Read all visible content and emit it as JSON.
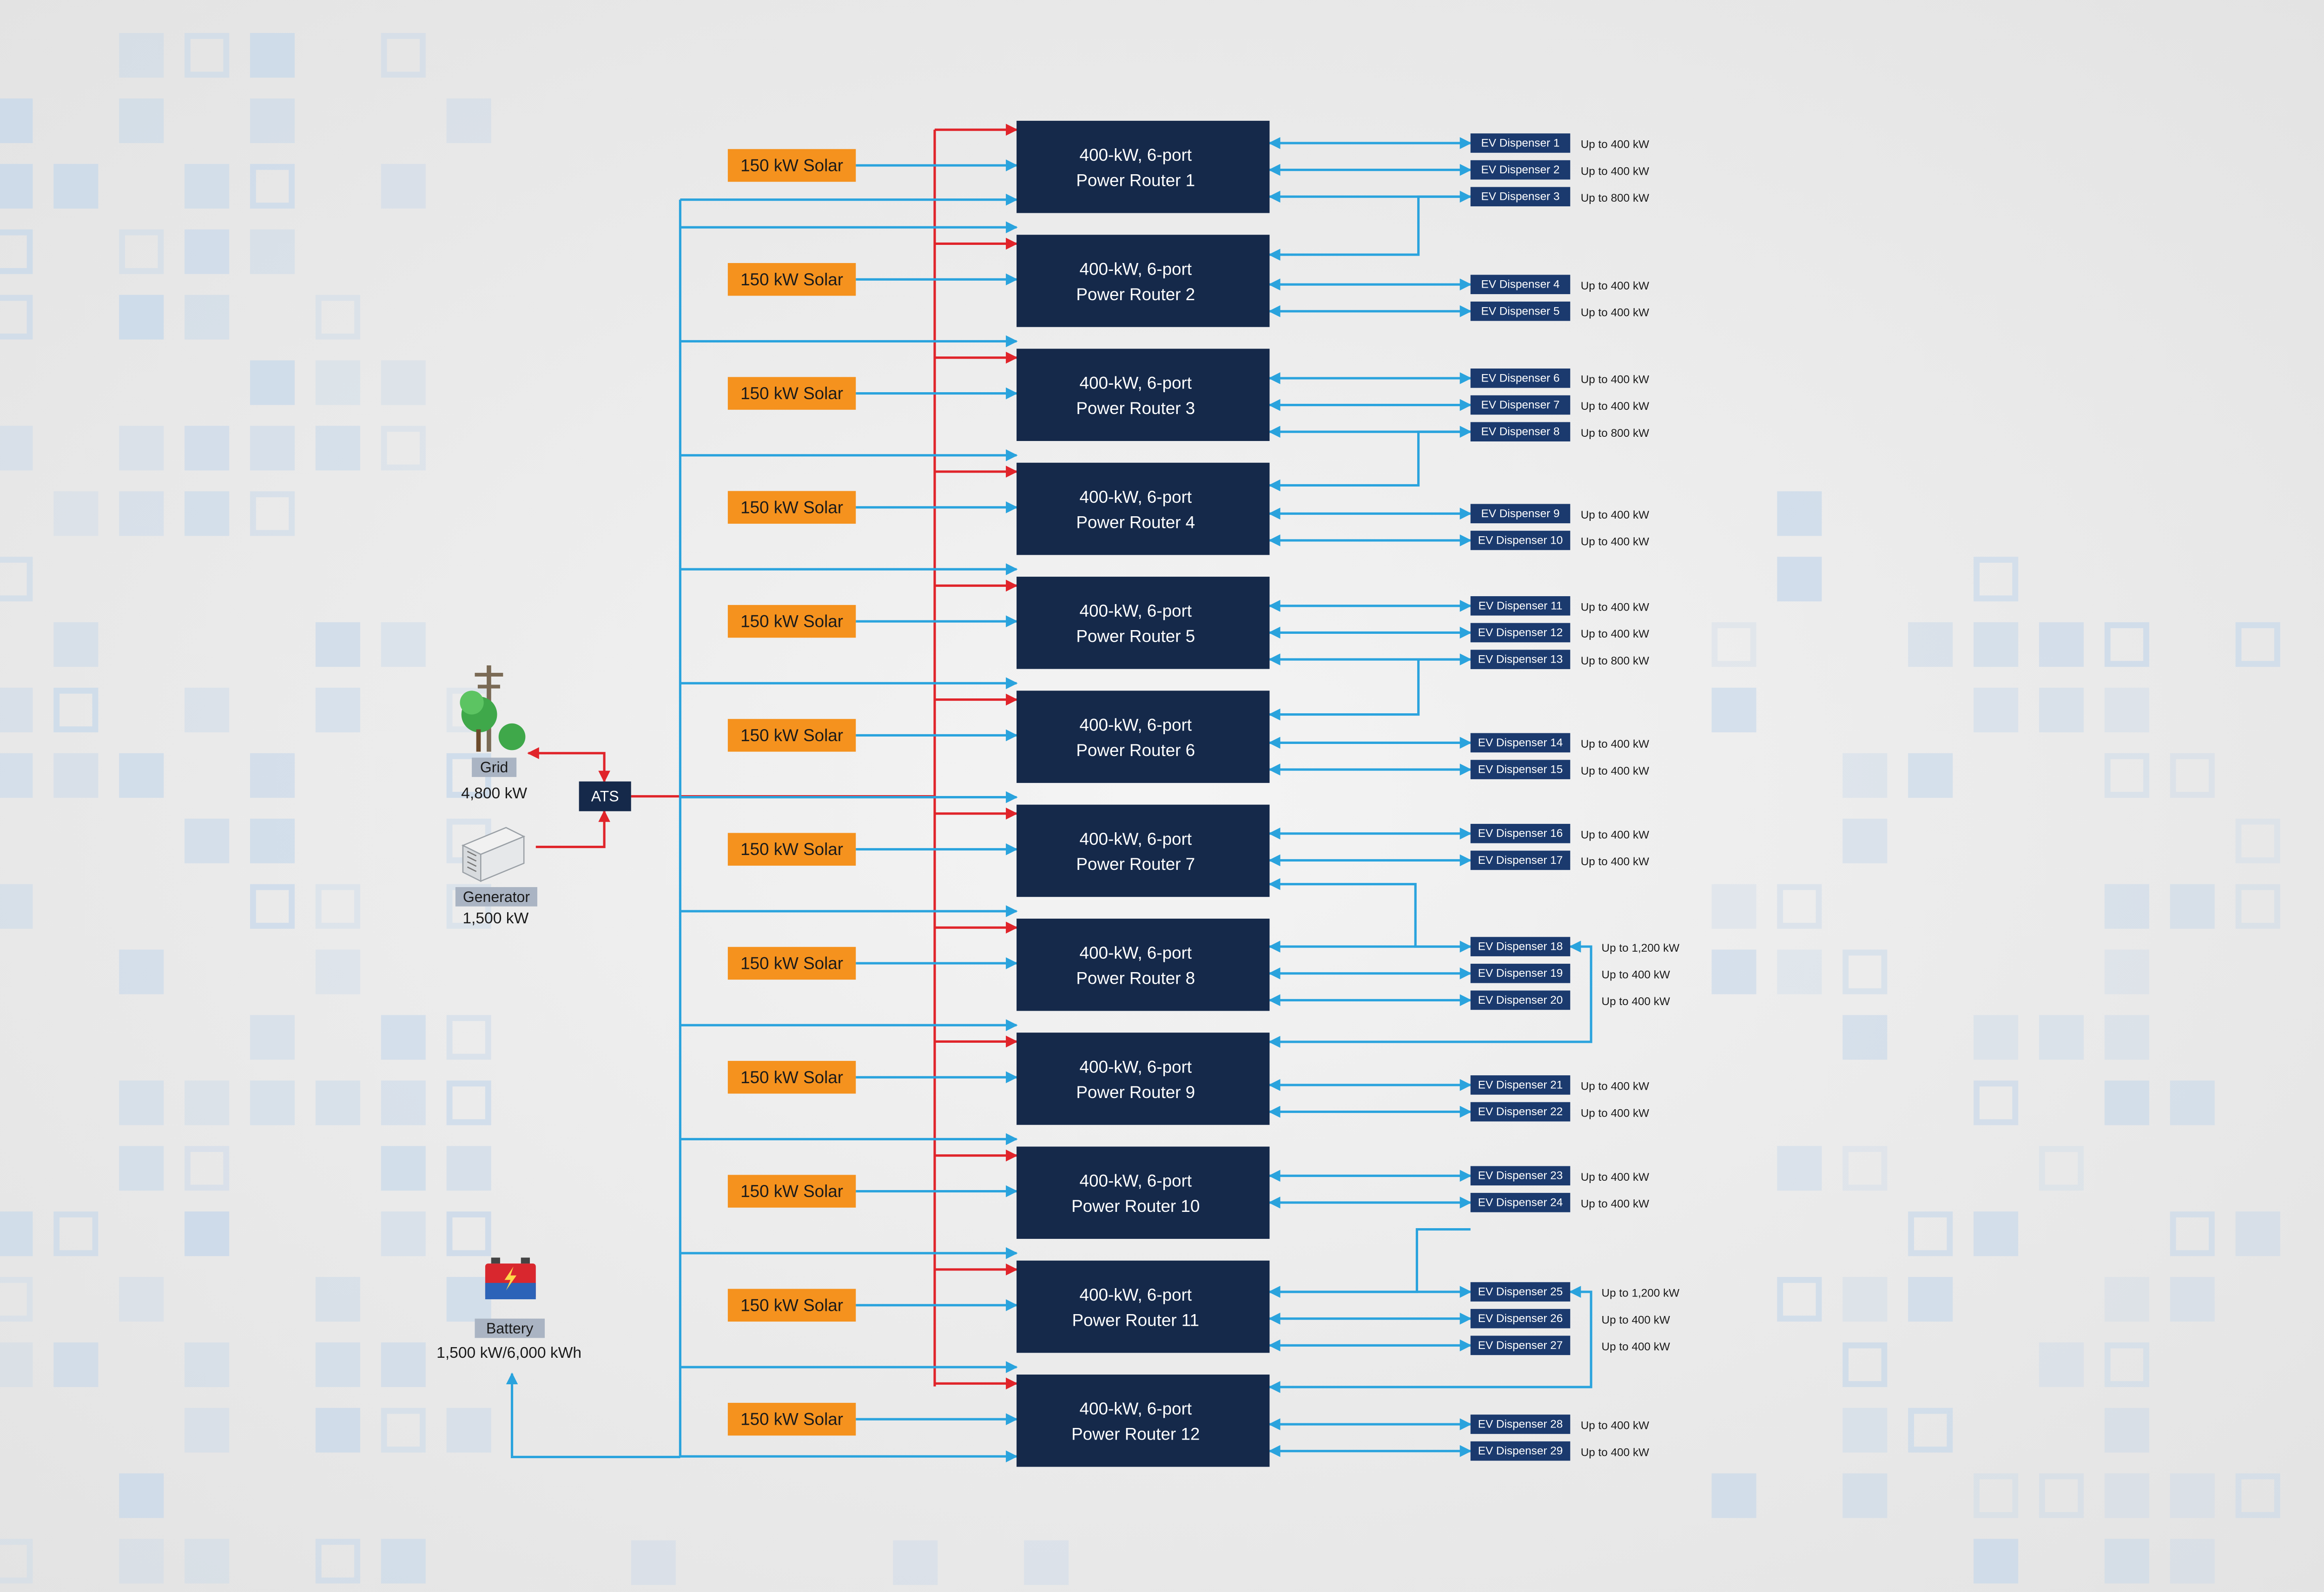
{
  "colors": {
    "router_fill": "#15294a",
    "solar_fill": "#f5921e",
    "ac_line": "#e0242a",
    "dc_line": "#2aa3dd",
    "dispenser_fill": "#1b3a6e",
    "label_tag": "#aab4c3"
  },
  "sources": {
    "grid": {
      "label": "Grid",
      "value": "4,800 kW",
      "icon": "utility-pole-icon"
    },
    "generator": {
      "label": "Generator",
      "value": "1,500 kW",
      "icon": "generator-icon"
    },
    "battery": {
      "label": "Battery",
      "value": "1,500 kW/6,000 kWh",
      "icon": "battery-icon"
    },
    "ats": {
      "label": "ATS"
    }
  },
  "solar_label": "150 kW Solar",
  "routers": [
    {
      "line1": "400-kW, 6-port",
      "line2": "Power Router 1"
    },
    {
      "line1": "400-kW, 6-port",
      "line2": "Power Router 2"
    },
    {
      "line1": "400-kW, 6-port",
      "line2": "Power Router 3"
    },
    {
      "line1": "400-kW, 6-port",
      "line2": "Power Router 4"
    },
    {
      "line1": "400-kW, 6-port",
      "line2": "Power Router 5"
    },
    {
      "line1": "400-kW, 6-port",
      "line2": "Power Router 6"
    },
    {
      "line1": "400-kW, 6-port",
      "line2": "Power Router 7"
    },
    {
      "line1": "400-kW, 6-port",
      "line2": "Power Router 8"
    },
    {
      "line1": "400-kW, 6-port",
      "line2": "Power Router 9"
    },
    {
      "line1": "400-kW, 6-port",
      "line2": "Power Router 10"
    },
    {
      "line1": "400-kW, 6-port",
      "line2": "Power Router 11"
    },
    {
      "line1": "400-kW, 6-port",
      "line2": "Power Router 12"
    }
  ],
  "dispensers": [
    {
      "name": "EV Dispenser 1",
      "power": "Up to 400 kW"
    },
    {
      "name": "EV Dispenser 2",
      "power": "Up to 400 kW"
    },
    {
      "name": "EV Dispenser 3",
      "power": "Up to 800 kW"
    },
    {
      "name": "EV Dispenser 4",
      "power": "Up to 400 kW"
    },
    {
      "name": "EV Dispenser 5",
      "power": "Up to 400 kW"
    },
    {
      "name": "EV Dispenser 6",
      "power": "Up to 400 kW"
    },
    {
      "name": "EV Dispenser 7",
      "power": "Up to 400 kW"
    },
    {
      "name": "EV Dispenser 8",
      "power": "Up to 800 kW"
    },
    {
      "name": "EV Dispenser 9",
      "power": "Up to 400 kW"
    },
    {
      "name": "EV Dispenser 10",
      "power": "Up to 400 kW"
    },
    {
      "name": "EV Dispenser 11",
      "power": "Up to 400 kW"
    },
    {
      "name": "EV Dispenser 12",
      "power": "Up to 400 kW"
    },
    {
      "name": "EV Dispenser 13",
      "power": "Up to 800 kW"
    },
    {
      "name": "EV Dispenser 14",
      "power": "Up to 400 kW"
    },
    {
      "name": "EV Dispenser 15",
      "power": "Up to 400 kW"
    },
    {
      "name": "EV Dispenser 16",
      "power": "Up to 400 kW"
    },
    {
      "name": "EV Dispenser 17",
      "power": "Up to 400 kW"
    },
    {
      "name": "EV Dispenser 18",
      "power": "Up to 1,200 kW"
    },
    {
      "name": "EV Dispenser 19",
      "power": "Up to 400 kW"
    },
    {
      "name": "EV Dispenser 20",
      "power": "Up to 400 kW"
    },
    {
      "name": "EV Dispenser 21",
      "power": "Up to 400 kW"
    },
    {
      "name": "EV Dispenser 22",
      "power": "Up to 400 kW"
    },
    {
      "name": "EV Dispenser 23",
      "power": "Up to 400 kW"
    },
    {
      "name": "EV Dispenser 24",
      "power": "Up to 400 kW"
    },
    {
      "name": "EV Dispenser 25",
      "power": "Up to 1,200 kW"
    },
    {
      "name": "EV Dispenser 26",
      "power": "Up to 400 kW"
    },
    {
      "name": "EV Dispenser 27",
      "power": "Up to 400 kW"
    },
    {
      "name": "EV Dispenser 28",
      "power": "Up to 400 kW"
    },
    {
      "name": "EV Dispenser 29",
      "power": "Up to 400 kW"
    }
  ]
}
